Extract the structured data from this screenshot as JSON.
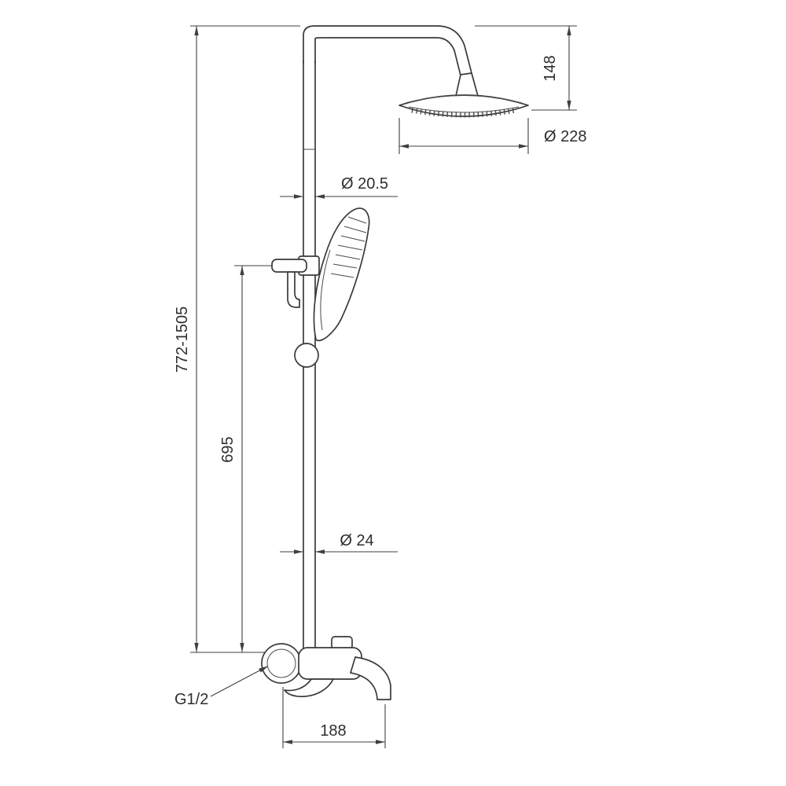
{
  "meta": {
    "title": "Shower column technical dimension drawing",
    "background": "#ffffff",
    "line_color": "#3a3a3a"
  },
  "dimensions": {
    "head_offset_height": "148",
    "head_diameter": "Ø 228",
    "upper_pipe_diameter": "Ø 20.5",
    "overall_height_range": "772-1505",
    "riser_height": "695",
    "lower_pipe_diameter": "Ø 24",
    "bottom_width": "188"
  },
  "labels": {
    "thread_connection": "G1/2"
  }
}
